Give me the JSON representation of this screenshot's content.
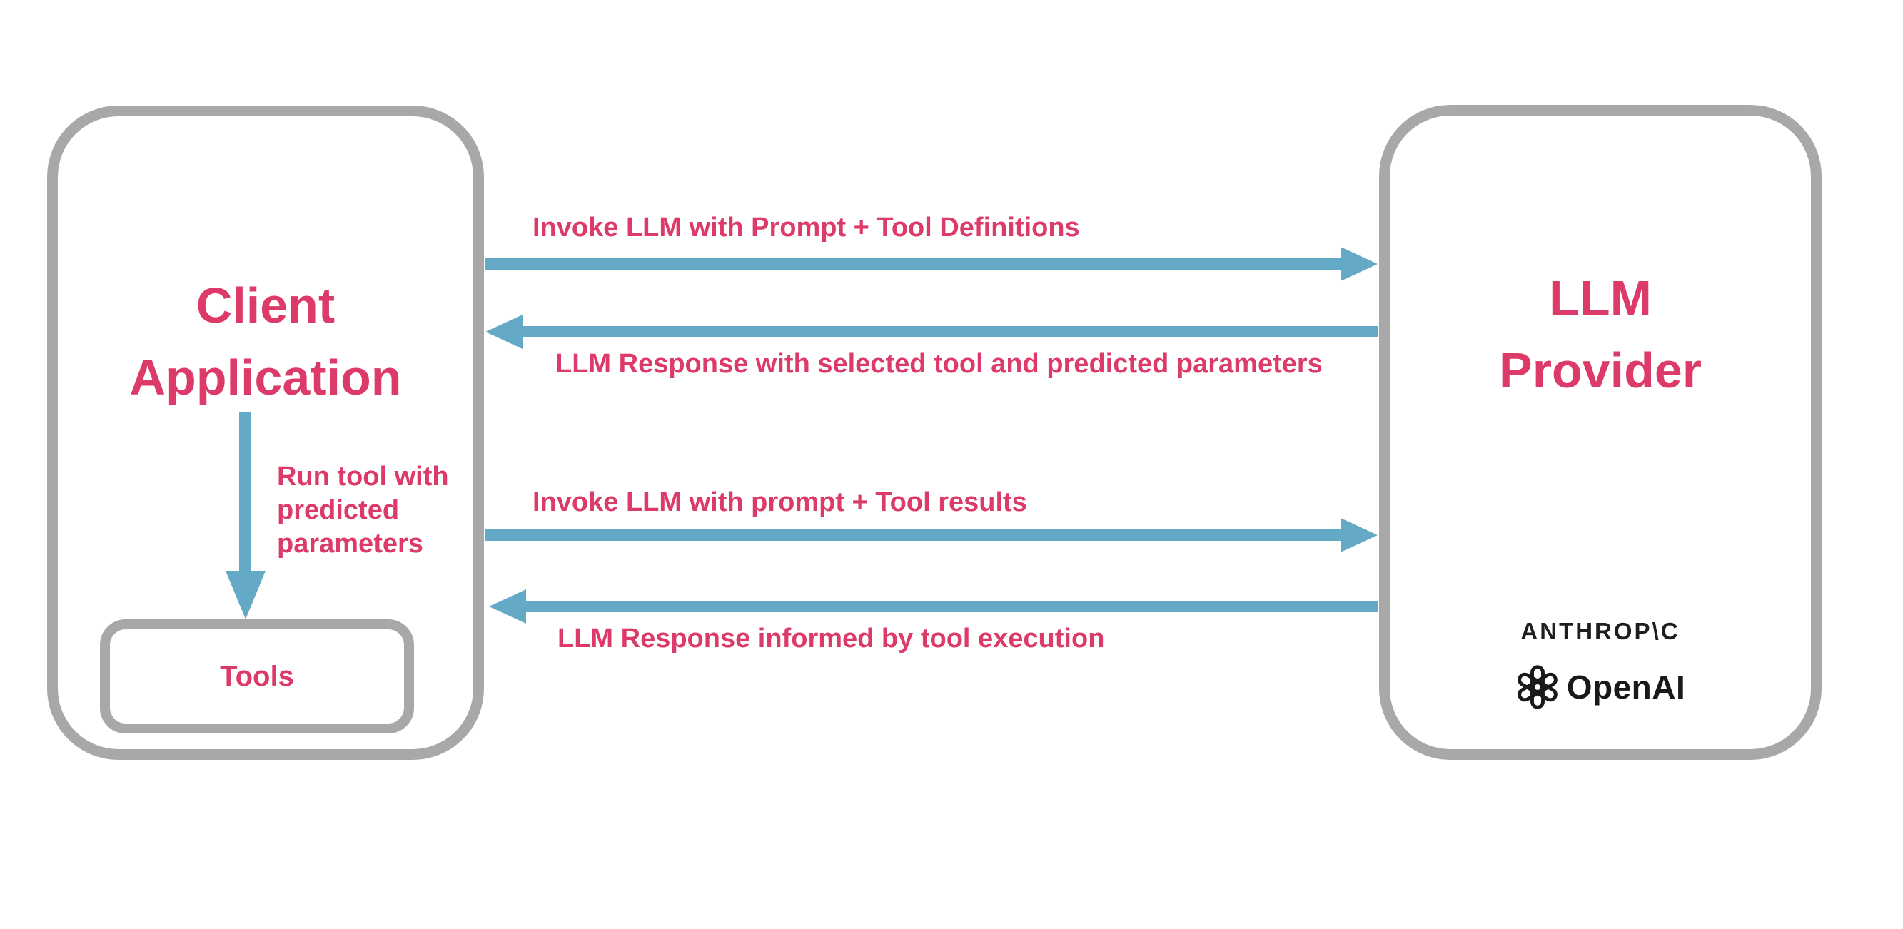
{
  "colors": {
    "accent_pink": "#dc3a68",
    "arrow_blue": "#64a9c5",
    "border_gray": "#a8a8a8",
    "logo_black": "#1d1b1b"
  },
  "client_box": {
    "title_lines": [
      "Client",
      "Application"
    ],
    "run_tool_label_lines": [
      "Run tool with",
      "predicted",
      "parameters"
    ],
    "tools_label": "Tools"
  },
  "provider_box": {
    "title_lines": [
      "LLM",
      "Provider"
    ],
    "logos": [
      {
        "name": "anthropic",
        "text": "ANTHROP\\C"
      },
      {
        "name": "openai",
        "text": "OpenAI"
      }
    ]
  },
  "messages": [
    {
      "direction": "right",
      "label": "Invoke LLM with Prompt + Tool Definitions"
    },
    {
      "direction": "left",
      "label": "LLM Response with selected tool and predicted parameters"
    },
    {
      "direction": "right",
      "label": "Invoke LLM with prompt + Tool results"
    },
    {
      "direction": "left",
      "label": "LLM Response informed by tool execution"
    }
  ]
}
